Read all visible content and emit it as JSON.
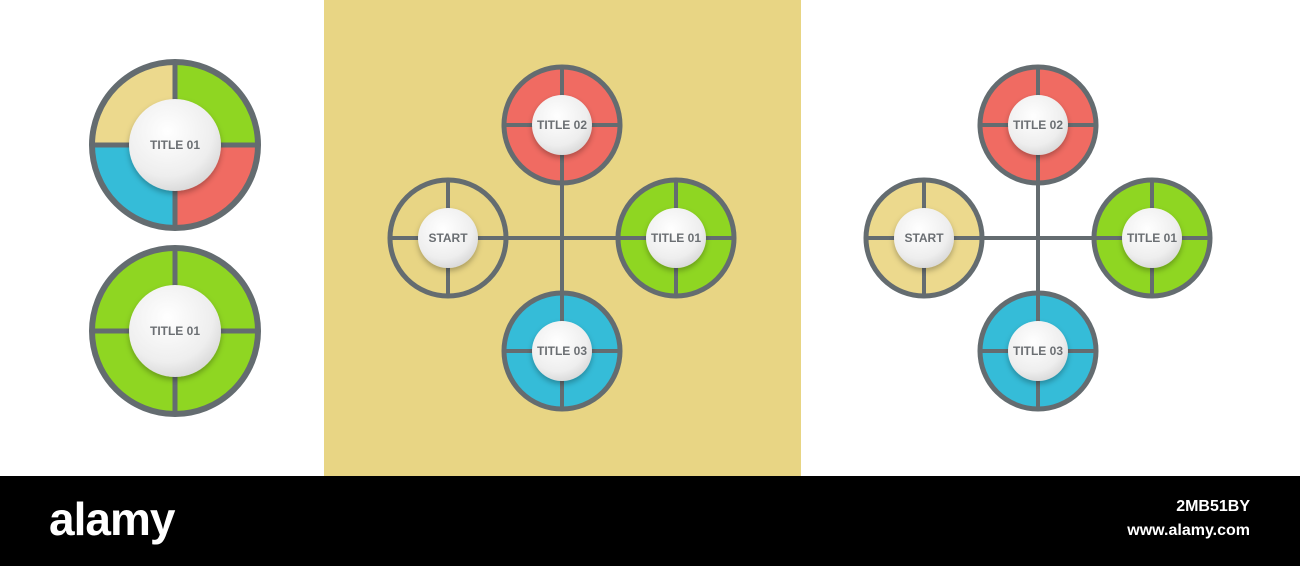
{
  "colors": {
    "panel_background": "#e8d584",
    "ring_stroke": "#646c70",
    "yellow": "#ecd98d",
    "green": "#8fd622",
    "red": "#f06b62",
    "blue": "#35bcd8",
    "node_center": "#f2f2f2"
  },
  "left_diagram": {
    "top_badge": "TITLE 01",
    "bottom_badge": "TITLE 01"
  },
  "middle_diagram": {
    "start": "START",
    "title_01": "TITLE 01",
    "title_02": "TITLE 02",
    "title_03": "TITLE 03"
  },
  "right_diagram": {
    "start": "START",
    "title_01": "TITLE 01",
    "title_02": "TITLE 02",
    "title_03": "TITLE 03"
  },
  "footer": {
    "logo": "alamy",
    "image_code": "2MB51BY",
    "url": "www.alamy.com"
  }
}
